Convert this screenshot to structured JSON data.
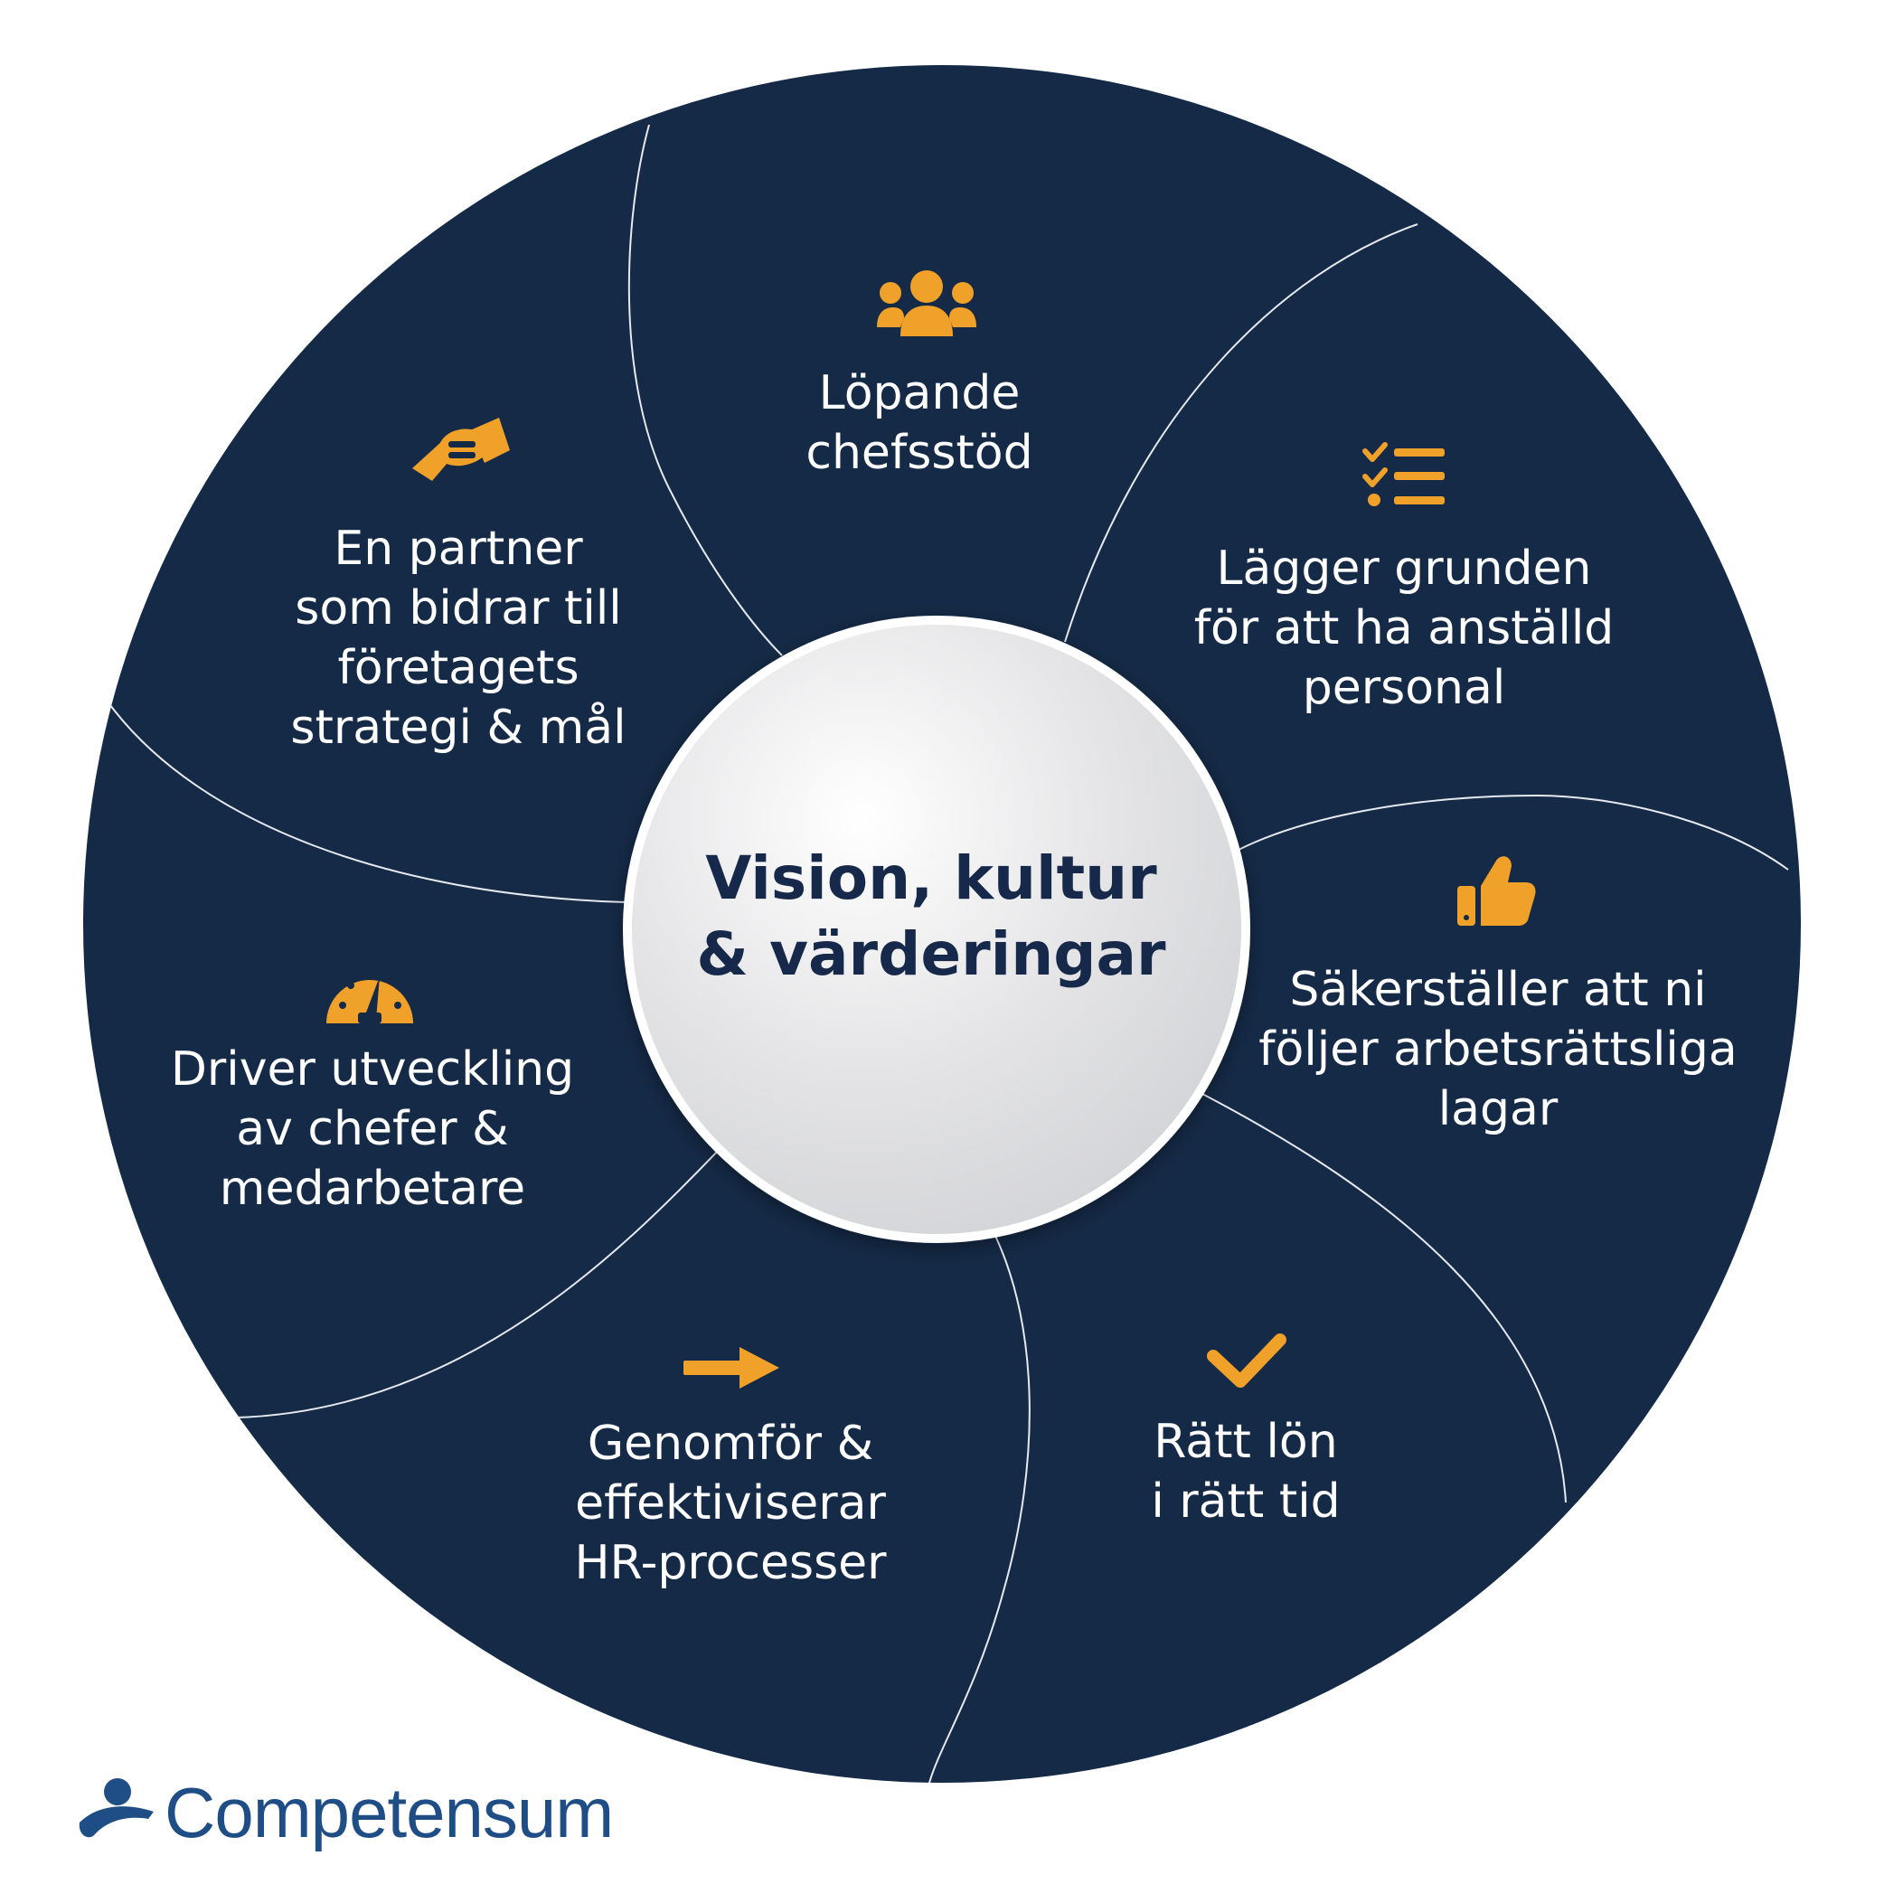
{
  "center": {
    "line1": "Vision, kultur",
    "line2": "& värderingar"
  },
  "segments": [
    {
      "id": "chefsstod",
      "icon": "people-group-icon",
      "lines": [
        "Löpande",
        "chefsstöd"
      ]
    },
    {
      "id": "grunden",
      "icon": "checklist-icon",
      "lines": [
        "Lägger grunden",
        "för att ha anställd",
        "personal"
      ]
    },
    {
      "id": "arbetsratt",
      "icon": "thumbs-up-icon",
      "lines": [
        "Säkerställer att ni",
        "följer arbetsrättsliga",
        "lagar"
      ]
    },
    {
      "id": "lon",
      "icon": "checkmark-icon",
      "lines": [
        "Rätt lön",
        "i rätt tid"
      ]
    },
    {
      "id": "hrprocesser",
      "icon": "arrow-right-icon",
      "lines": [
        "Genomför &",
        "effektiviserar",
        "HR-processer"
      ]
    },
    {
      "id": "utveckling",
      "icon": "speedometer-icon",
      "lines": [
        "Driver utveckling",
        "av chefer &",
        "medarbetare"
      ]
    },
    {
      "id": "partner",
      "icon": "handshake-icon",
      "lines": [
        "En partner",
        "som bidrar till",
        "företagets",
        "strategi & mål"
      ]
    }
  ],
  "logo": {
    "text": "Competensum"
  },
  "colors": {
    "wheel": "#152a46",
    "accent": "#f0a12a",
    "divider": "#e6e9ef",
    "center_text": "#16294a",
    "logo": "#1f4e86"
  }
}
